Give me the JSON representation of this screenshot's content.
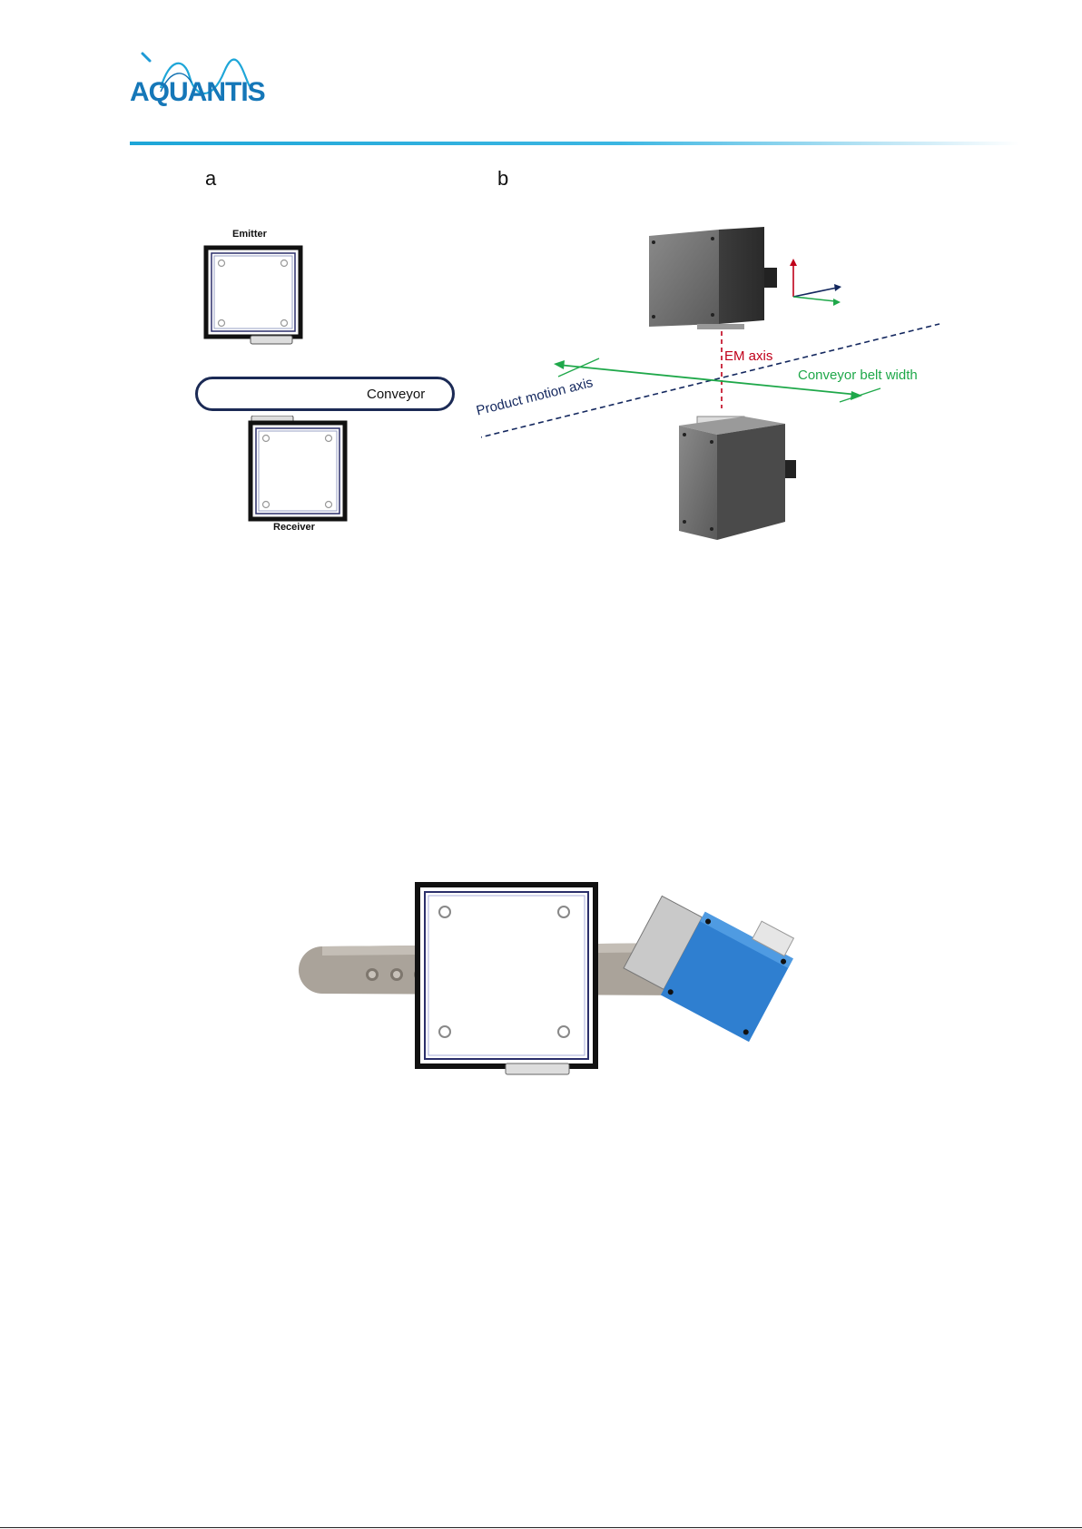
{
  "brand": {
    "logo_text": "AQUANTIS"
  },
  "figure_top": {
    "panel_a": {
      "letter": "a",
      "emitter_label": "Emitter",
      "receiver_label": "Receiver",
      "conveyor_label": "Conveyor"
    },
    "panel_b": {
      "letter": "b",
      "em_axis_label": "EM axis",
      "belt_width_label": "Conveyor belt width",
      "motion_axis_label": "Product motion axis"
    }
  },
  "colors": {
    "header_rule": "#1ea6d8",
    "em_axis": "#c0001a",
    "belt_width": "#1fa84a",
    "motion_axis": "#13275e",
    "conveyor_outline": "#1b2a55",
    "sensor_blue": "#2f7fd0"
  }
}
